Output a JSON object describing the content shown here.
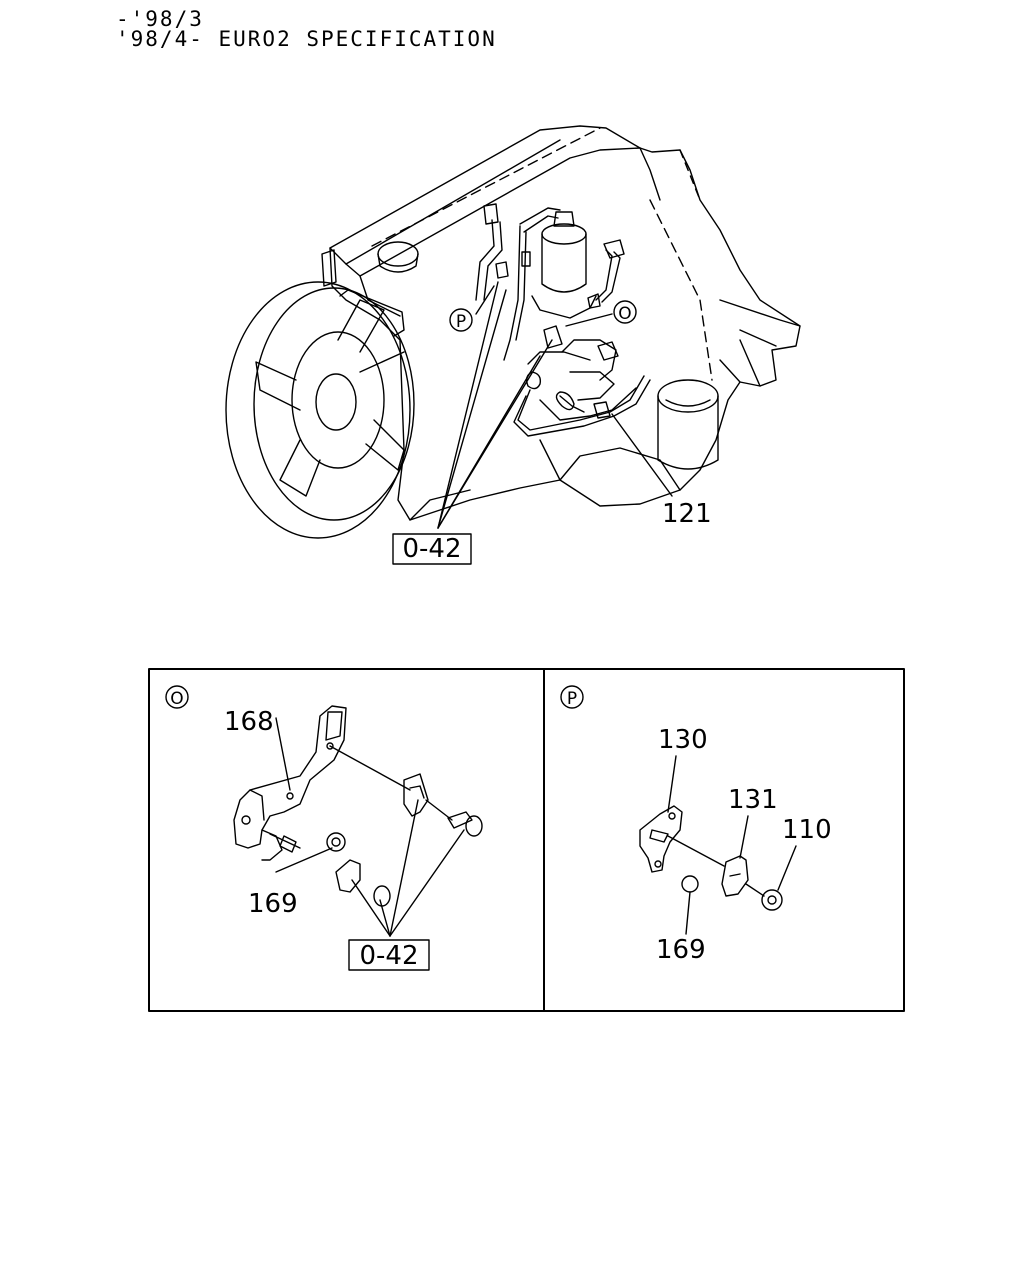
{
  "header": {
    "line1": "-'98/3",
    "line2": "'98/4- EURO2 SPECIFICATION"
  },
  "main": {
    "callout_p": "P",
    "callout_o": "O",
    "part_121": "121",
    "ref_box": "0-42"
  },
  "detail_o": {
    "circle": "O",
    "part_168": "168",
    "part_169": "169",
    "ref_box": "0-42"
  },
  "detail_p": {
    "circle": "P",
    "part_130": "130",
    "part_131": "131",
    "part_110": "110",
    "part_169": "169"
  }
}
